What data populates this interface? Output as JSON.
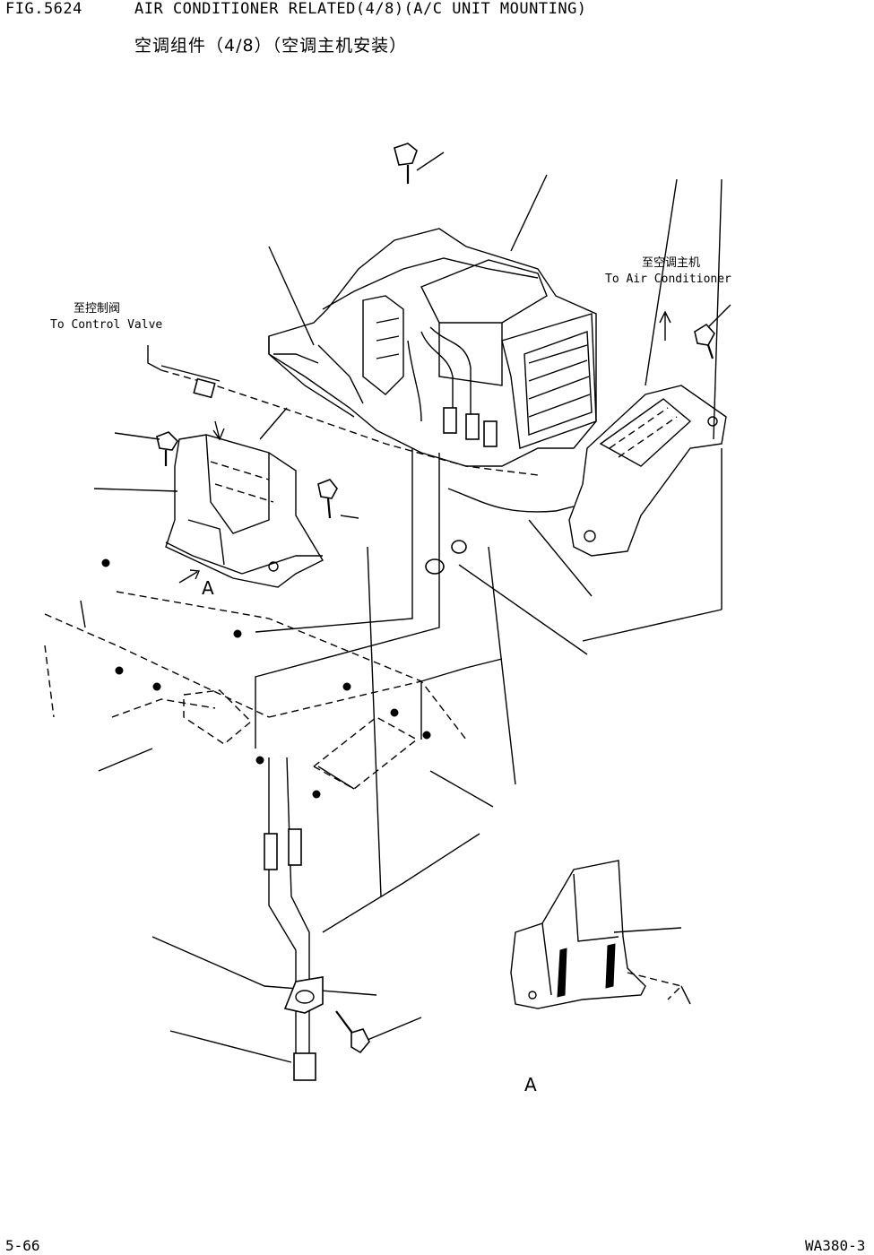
{
  "header": {
    "fig_no": "FIG.5624",
    "title_en": "AIR CONDITIONER RELATED(4/8)(A/C UNIT MOUNTING)",
    "title_cn": "空调组件（4/8）（空调主机安装）"
  },
  "labels": {
    "to_ac_cn": "至空调主机",
    "to_ac_en": "To Air Conditioner",
    "to_valve_cn": "至控制阀",
    "to_valve_en": "To Control Valve",
    "detail_mark": "A",
    "view_label": "A"
  },
  "footer": {
    "page": "5-66",
    "model": "WA380-3"
  },
  "icons": [
    "bolt-icon",
    "nut-icon",
    "grommet-icon",
    "clamp-icon",
    "arrow-icon"
  ]
}
